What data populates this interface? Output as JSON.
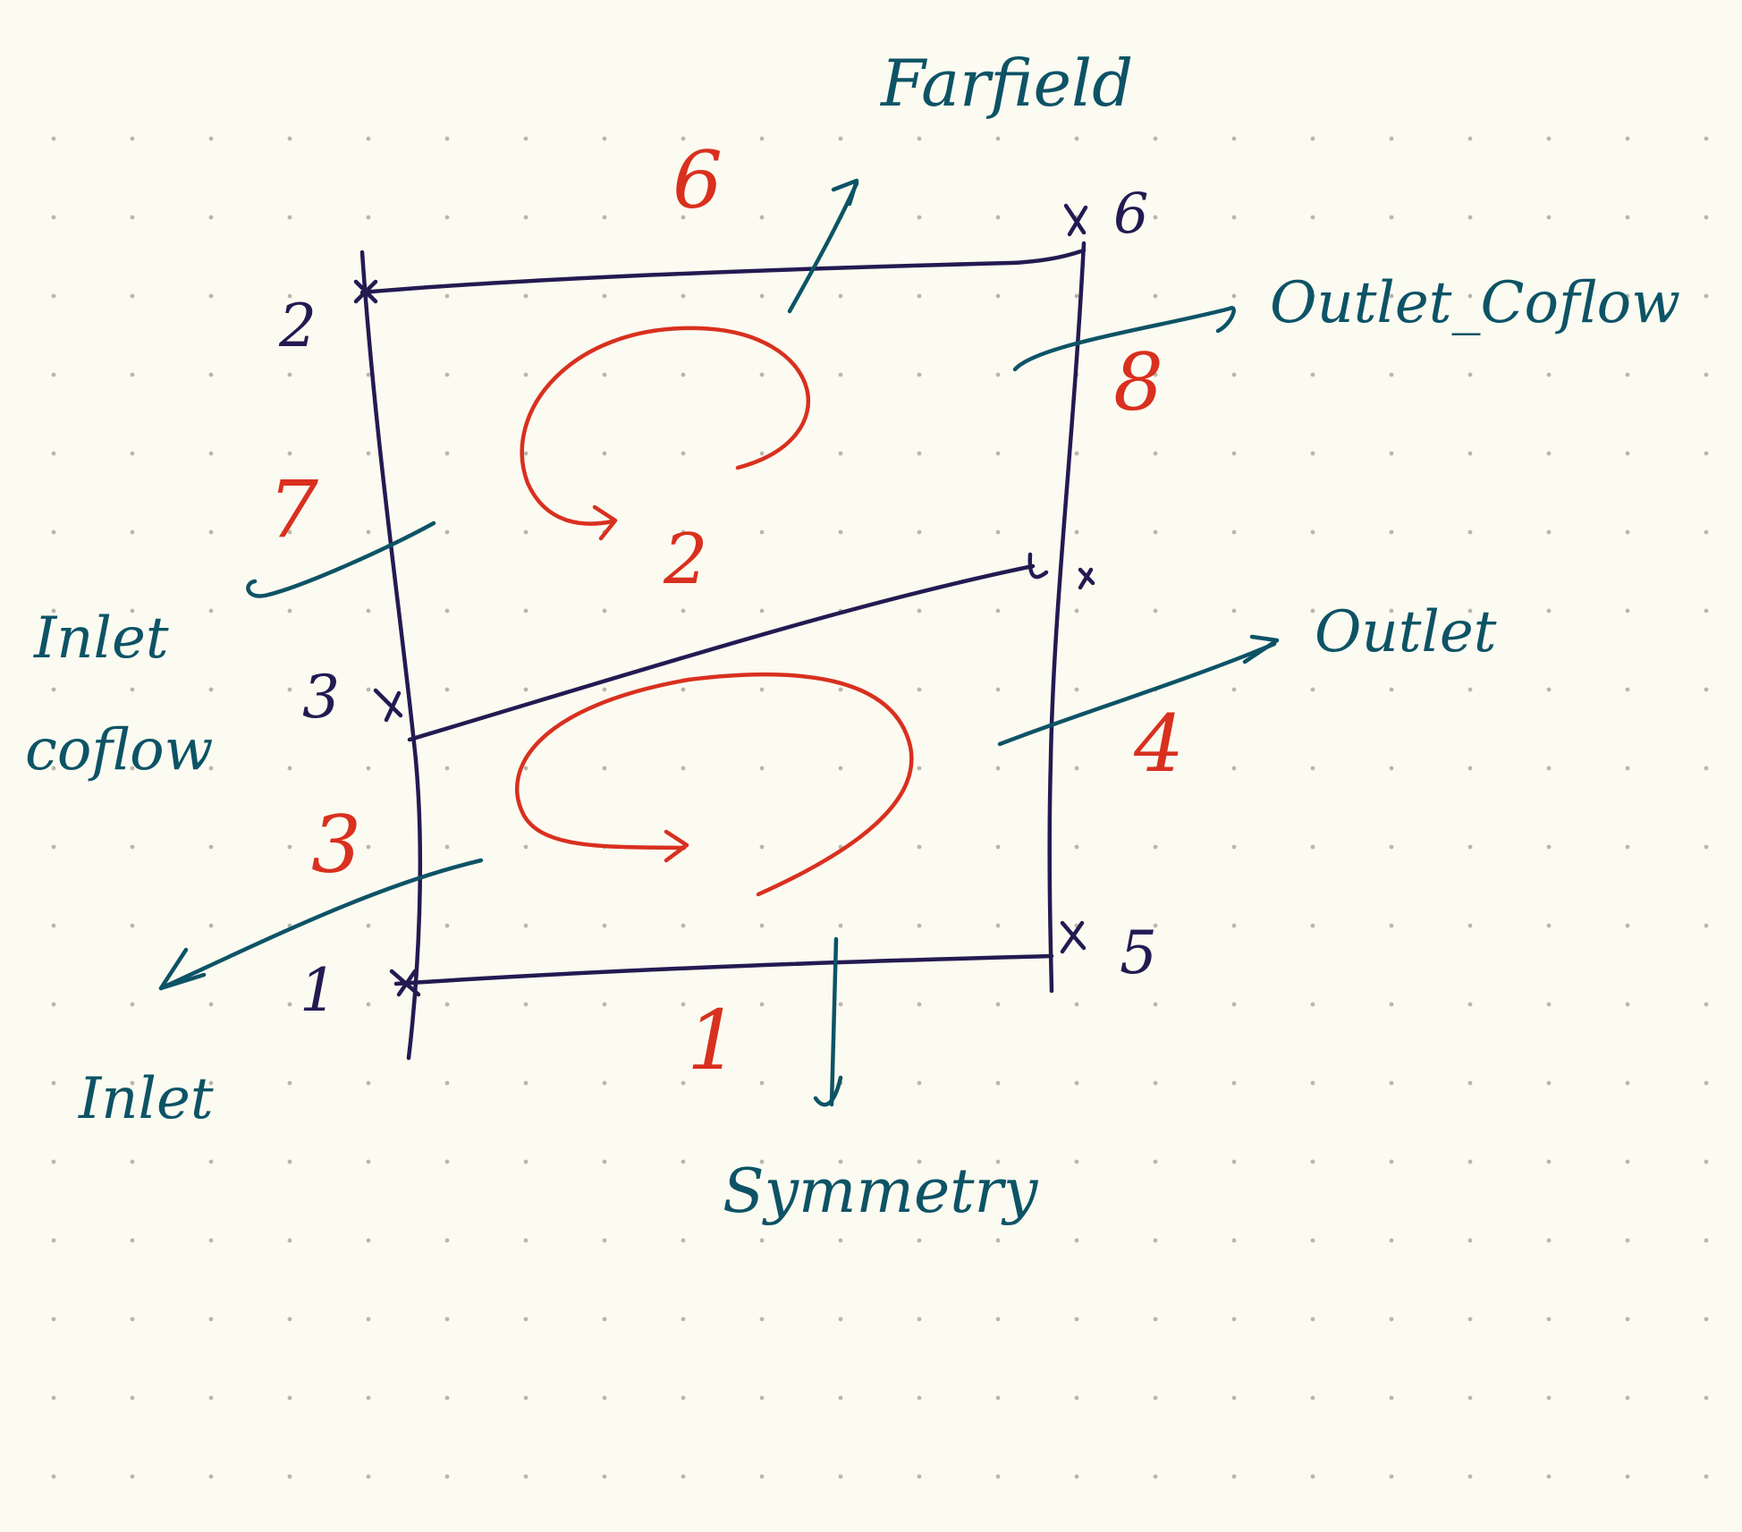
{
  "diagram": {
    "points": [
      {
        "id": "p1",
        "label": "1"
      },
      {
        "id": "p2",
        "label": "2"
      },
      {
        "id": "p3",
        "label": "3"
      },
      {
        "id": "p5",
        "label": "5"
      },
      {
        "id": "p6",
        "label": "6"
      }
    ],
    "edges": [
      {
        "id": "e1",
        "label": "1"
      },
      {
        "id": "e3",
        "label": "3"
      },
      {
        "id": "e4",
        "label": "4"
      },
      {
        "id": "e6",
        "label": "6"
      },
      {
        "id": "e7",
        "label": "7"
      },
      {
        "id": "e8",
        "label": "8"
      }
    ],
    "blocks": [
      {
        "id": "b2",
        "label": "2"
      }
    ],
    "boundaries": {
      "farfield": "Farfield",
      "outlet_coflow": "Outlet_Coflow",
      "outlet": "Outlet",
      "inlet_coflow_line1": "Inlet",
      "inlet_coflow_line2": "coflow",
      "inlet": "Inlet",
      "symmetry": "Symmetry"
    },
    "colors": {
      "background": "#fcfbf1",
      "geometry_ink": "#241a52",
      "index_ink": "#d9301f",
      "annotation_ink": "#0d5366",
      "grid_dots": "#b9b7ad"
    }
  }
}
